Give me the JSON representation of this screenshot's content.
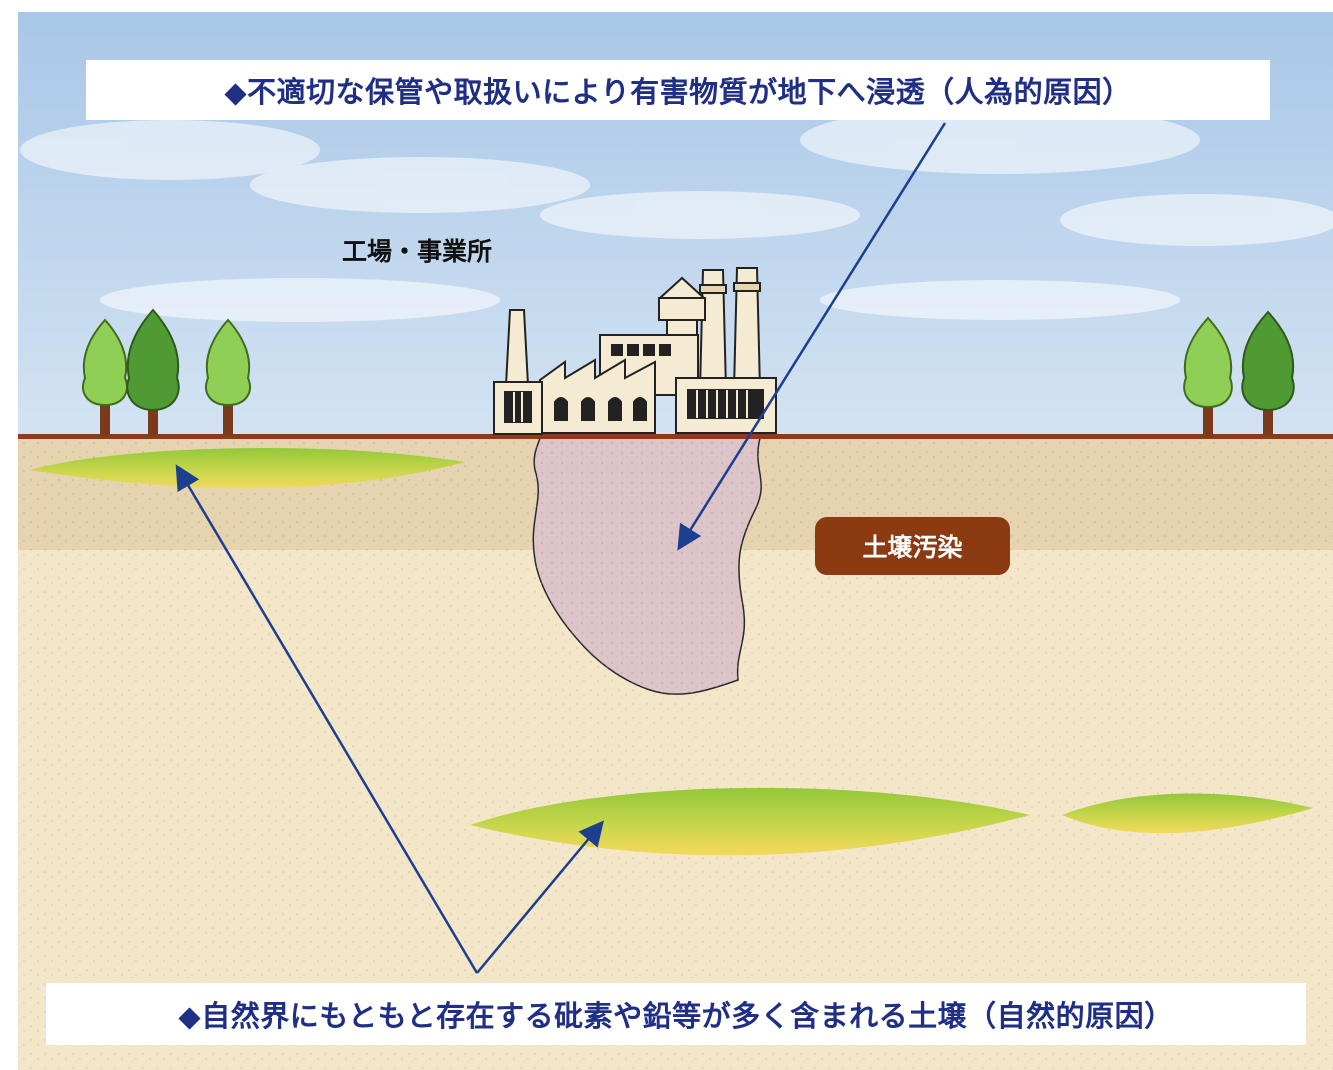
{
  "captions": {
    "top": "◆不適切な保管や取扱いにより有害物質が地下へ浸透（人為的原因）",
    "bottom": "◆自然界にもともと存在する砒素や鉛等が多く含まれる土壌（自然的原因）"
  },
  "labels": {
    "factory": "工場・事業所",
    "soil_contamination": "土壌汚染"
  },
  "colors": {
    "sky_top": "#b9d2ec",
    "sky_bottom": "#c9def0",
    "ground_line": "#8a3c1a",
    "topsoil": "#e6d4b0",
    "subsoil": "#f4e6c9",
    "plume": "#dcc4c8",
    "natural_deposit_top": "#9ccc3d",
    "natural_deposit_bottom": "#f2d75a",
    "arrow": "#1d3f8f",
    "caption_text": "#1f2f86",
    "badge_bg": "#8b3a12",
    "tree_light": "#8fcf55",
    "tree_dark": "#4f9a33",
    "factory_fill": "#f5ead2"
  },
  "icons": [
    "tree-icon",
    "factory-icon"
  ]
}
